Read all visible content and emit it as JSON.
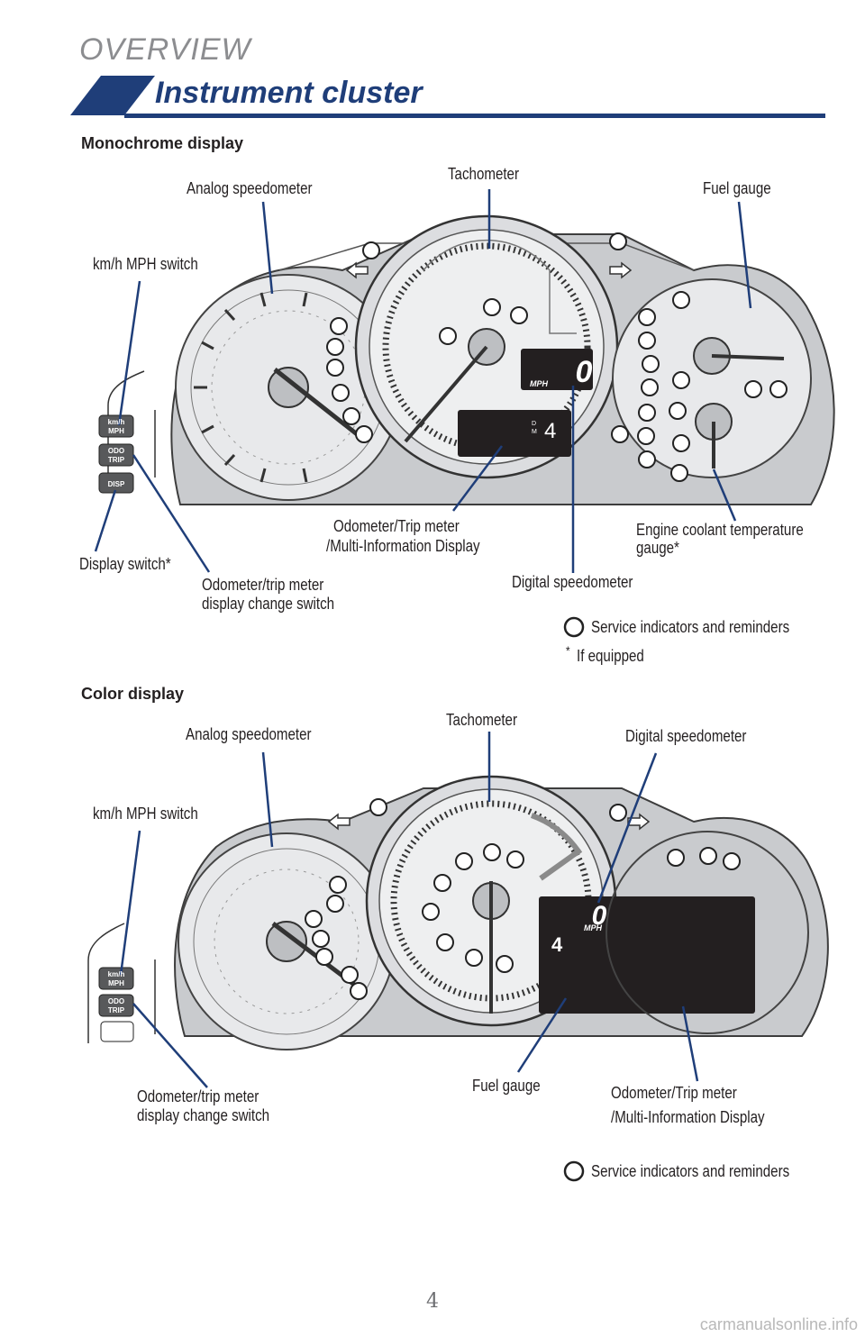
{
  "header": {
    "overview": "OVERVIEW",
    "title": "Instrument cluster",
    "accent_color": "#1f3e79"
  },
  "monochrome": {
    "heading": "Monochrome display",
    "labels": {
      "analog_speedometer": "Analog speedometer",
      "tachometer": "Tachometer",
      "fuel_gauge": "Fuel gauge",
      "kmh_switch": "km/h MPH switch",
      "odometer_mid_1": "Odometer/Trip meter",
      "odometer_mid_2": "/Multi-Information Display",
      "engine_coolant_1": "Engine coolant temperature",
      "engine_coolant_2": "gauge*",
      "display_switch": "Display switch*",
      "odo_change_1": "Odometer/trip meter",
      "odo_change_2": "display change switch",
      "digital_speedometer": "Digital speedometer"
    },
    "buttons": {
      "kmh_1": "km/h",
      "kmh_2": "MPH",
      "odo_1": "ODO",
      "odo_2": "TRIP",
      "disp": "DISP"
    },
    "digital_readout": {
      "speed": "0",
      "unit": "MPH",
      "gear": "4",
      "mode_d": "D",
      "mode_m": "M"
    },
    "legend": "Service indicators and reminders",
    "footnote_mark": "*",
    "footnote": "If equipped"
  },
  "color": {
    "heading": "Color display",
    "labels": {
      "analog_speedometer": "Analog speedometer",
      "tachometer": "Tachometer",
      "digital_speedometer": "Digital speedometer",
      "kmh_switch": "km/h MPH switch",
      "odo_change_1": "Odometer/trip meter",
      "odo_change_2": "display change switch",
      "fuel_gauge": "Fuel gauge",
      "odometer_1": "Odometer/Trip meter",
      "odometer_2": "/Multi-Information Display"
    },
    "buttons": {
      "kmh_1": "km/h",
      "kmh_2": "MPH",
      "odo_1": "ODO",
      "odo_2": "TRIP"
    },
    "digital_readout": {
      "speed": "0",
      "unit": "MPH",
      "gear": "4"
    },
    "legend": "Service indicators and reminders"
  },
  "footer": {
    "page_number": "4",
    "watermark": "carmanualsonline.info"
  }
}
